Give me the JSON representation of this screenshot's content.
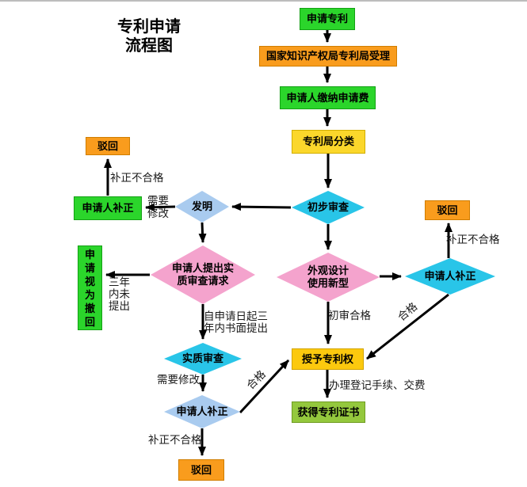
{
  "title": {
    "line1": "专利申请",
    "line2": "流程图"
  },
  "nodes": {
    "apply": "申请专利",
    "accept": "国家知识产权局专利局受理",
    "pay": "申请人缴纳申请费",
    "classify": "专利局分类",
    "preliminary_review": "初步审查",
    "reject_left": "驳回",
    "applicant_amend_left": "申请人补正",
    "invention": "发明",
    "deemed_withdrawn": "申请视为撤回",
    "request_substantive": "申请人提出实质审查请求",
    "design_utility": "外观设计使用新型",
    "applicant_amend_right": "申请人补正",
    "reject_right": "驳回",
    "substantive_review": "实质审查",
    "applicant_amend_bottom": "申请人补正",
    "reject_bottom": "驳回",
    "grant": "授予专利权",
    "certificate": "获得专利证书"
  },
  "edge_labels": {
    "amend_fail_left": "补正不合格",
    "need_amend_left": "需要修改",
    "not_filed_3y": "三年内未提出",
    "file_within_3y": "自申请日起三年内书面提出",
    "need_amend_bottom": "需要修改",
    "amend_fail_bottom": "补正不合格",
    "qualified_bottom": "合格",
    "prelim_qualified": "初审合格",
    "qualified_right": "合格",
    "amend_fail_right": "补正不合格",
    "registration": "办理登记手续、交费"
  },
  "colors": {
    "green": "#2BD52B",
    "orange": "#F99C1D",
    "yellow": "#FBD72B",
    "gold": "#FCC90E",
    "yellow_green": "#94C83D",
    "cyan": "#29C5E8",
    "light_blue": "#A9CBEF",
    "pink": "#F4A3CD",
    "arrow": "#000000",
    "background": "#FFFFFF"
  }
}
